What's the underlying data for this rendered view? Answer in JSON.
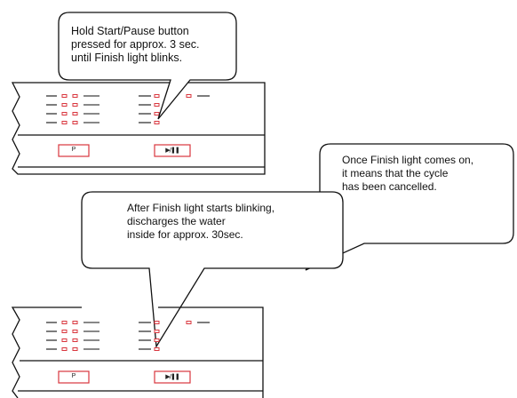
{
  "callouts": {
    "hold": [
      "Hold Start/Pause button",
      "pressed for approx. 3 sec.",
      "until Finish light blinks."
    ],
    "cancelled": [
      "Once Finish light comes on,",
      "it means that the cycle",
      "has been cancelled."
    ],
    "blinking": [
      "After Finish light starts blinking,",
      "discharges the water",
      "inside for approx. 30sec."
    ]
  },
  "panels": {
    "top": {
      "p_button_label": "P",
      "start_pause_icon": "play-pause-icon"
    },
    "bottom": {
      "p_button_label": "P",
      "start_pause_icon": "play-pause-icon"
    }
  },
  "colors": {
    "indicator_light": "#d9363e",
    "outline": "#111111"
  }
}
